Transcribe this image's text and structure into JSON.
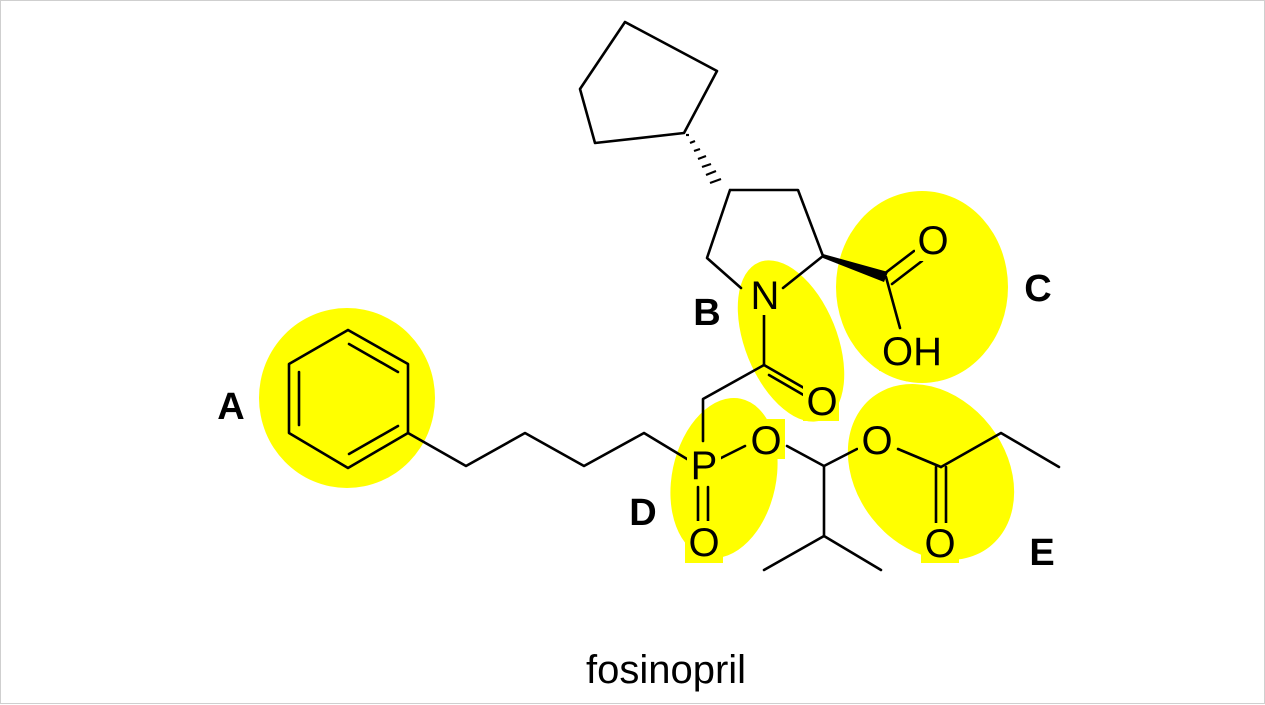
{
  "compound": {
    "name": "fosinopril"
  },
  "regions": [
    {
      "id": "A",
      "label": "A"
    },
    {
      "id": "B",
      "label": "B"
    },
    {
      "id": "C",
      "label": "C"
    },
    {
      "id": "D",
      "label": "D"
    },
    {
      "id": "E",
      "label": "E"
    }
  ],
  "atoms": {
    "n": "N",
    "acid_carbonyl_o": "O",
    "acid_hydroxyl": "OH",
    "amide_o": "O",
    "phosphorus": "P",
    "phosphoryl_o": "O",
    "phosphinate_ester_o": "O",
    "ester_o": "O",
    "ester_carbonyl_o": "O"
  },
  "colors": {
    "highlight": "#ffff00",
    "bond": "#000000",
    "border": "#cfcfcf"
  }
}
